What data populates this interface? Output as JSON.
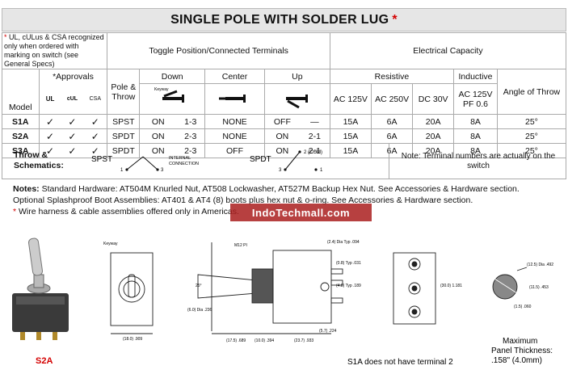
{
  "title": "SINGLE POLE WITH SOLDER LUG",
  "title_star": "*",
  "header": {
    "note_star": "*",
    "note_text": "UL, cULus & CSA recognized only when ordered with marking on switch (see General Specs)",
    "toggle_header": "Toggle Position/Connected Terminals",
    "elec_header": "Electrical Capacity",
    "approvals": "*Approvals",
    "pole_throw": "Pole & Throw",
    "down": "Down",
    "center": "Center",
    "up": "Up",
    "keyway": "Keyway",
    "resistive": "Resistive",
    "inductive": "Inductive",
    "model": "Model",
    "ac125": "AC 125V",
    "ac250": "AC 250V",
    "dc30": "DC 30V",
    "ac125pf": "AC 125V PF 0.6",
    "angle": "Angle of Throw",
    "ul_mark": "UL",
    "cul_mark": "cUL",
    "csa_mark": "CSA"
  },
  "rows": [
    {
      "model": "S1A",
      "a1": "✓",
      "a2": "✓",
      "a3": "✓",
      "pt": "SPST",
      "down_pos": "ON",
      "down_term": "1-3",
      "center": "NONE",
      "up_pos": "OFF",
      "up_term": "—",
      "ac125": "15A",
      "ac250": "6A",
      "dc30": "20A",
      "ind": "8A",
      "angle": "25°"
    },
    {
      "model": "S2A",
      "a1": "✓",
      "a2": "✓",
      "a3": "✓",
      "pt": "SPDT",
      "down_pos": "ON",
      "down_term": "2-3",
      "center": "NONE",
      "up_pos": "ON",
      "up_term": "2-1",
      "ac125": "15A",
      "ac250": "6A",
      "dc30": "20A",
      "ind": "8A",
      "angle": "25°"
    },
    {
      "model": "S3A",
      "a1": "✓",
      "a2": "✓",
      "a3": "✓",
      "pt": "SPDT",
      "down_pos": "ON",
      "down_term": "2-3",
      "center": "OFF",
      "up_pos": "ON",
      "up_term": "2-1",
      "ac125": "15A",
      "ac250": "6A",
      "dc30": "20A",
      "ind": "8A",
      "angle": "25°"
    }
  ],
  "schematics": {
    "label": "Throw & Schematics:",
    "spst": "SPST",
    "spdt": "SPDT",
    "internal": "INTERNAL",
    "connection": "CONNECTION",
    "t1": "1",
    "t2": "2 (COM)",
    "t3": "3",
    "note": "Note: Terminal numbers are actually on the switch"
  },
  "notes": {
    "line1_label": "Notes:",
    "line1": "Standard Hardware: AT504M Knurled Nut, AT508 Lockwasher, AT527M Backup Hex Nut. See Accessories & Hardware section.",
    "line2": "Optional Splashproof Boot Assemblies: AT401 & AT4 (8) boots plus hex nut & o-ring. See Accessories & Hardware section.",
    "line3_star": "*",
    "line3": "Wire harness & cable assemblies offered only in Americas."
  },
  "watermark": "IndoTechmall.com",
  "drawings": {
    "photo_label": "S2A",
    "keyway": "Keyway",
    "m12": "M12 PI",
    "angle25": "25°",
    "d236": "(6.0) Dia .236",
    "d909": "(18.0) .909",
    "d689": "(17.5) .689",
    "d394": "(10.0) .394",
    "d933": "(23.7) .933",
    "d094": "(2.4) Dia Typ .094",
    "d031": "(0.8) Typ .031",
    "d189": "(4.8) Typ .189",
    "d224": "(5.7) .224",
    "d181": "(30.0) 1.181",
    "d492": "(12.5) Dia .492",
    "d453": "(11.5) .453",
    "d060": "(1.5) .060",
    "s1a_note": "S1A does not have terminal 2",
    "max_panel": "Maximum",
    "panel_thick": "Panel Thickness:",
    "panel_val": ".158\" (4.0mm)"
  },
  "colors": {
    "star": "#d40000",
    "watermark_bg": "#a81e1e",
    "title_bg": "#e6e6e6"
  }
}
